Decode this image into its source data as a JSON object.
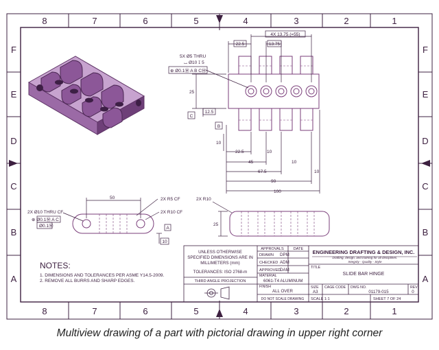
{
  "zones": {
    "columns": [
      "8",
      "7",
      "6",
      "5",
      "4",
      "3",
      "2",
      "1"
    ],
    "rows": [
      "F",
      "E",
      "D",
      "C",
      "B",
      "A"
    ]
  },
  "views": {
    "top_view": {
      "dim_total_holes": "4X 13.75 (=55)",
      "dim_22_5": "22.5",
      "dim_13_75": "13.75",
      "hole_note_1": "5X Ø5 THRU",
      "hole_note_2": "⌴ Ø10 ↧ 5",
      "hole_fcf": "⊕ Ø0.1Ⓜ A B CⓂ",
      "dim_25": "25",
      "datum_c": "C",
      "dim_12_5": "12.5",
      "datum_b": "B",
      "dim_10_v": "10",
      "dim_22_5_h": "22.5",
      "dim_10_a": "10",
      "dim_45": "45",
      "dim_10_b": "10",
      "dim_67_5": "67.5",
      "dim_10_c": "10",
      "dim_90": "90",
      "dim_100": "100"
    },
    "front_view": {
      "dim_50": "50",
      "radius_r5": "2X R5 CF",
      "radius_r10": "2X R10 CF",
      "hole_note": "2X Ø10 THRU CF",
      "fcf_1": "⊕ Ø0.1Ⓜ A C",
      "fcf_2": "Ø0.1Ⓜ",
      "datum_a": "A",
      "dim_10": "10"
    },
    "side_view": {
      "radius_r10": "2X R10",
      "dim_25": "25"
    }
  },
  "notes": {
    "title": "NOTES:",
    "items": [
      "1.  DIMENSIONS AND TOLERANCES PER ASME Y14.5-2009.",
      "2.  REMOVE ALL BURRS AND SHARP EDGES."
    ]
  },
  "title_block": {
    "general_1": "UNLESS OTHERWISE",
    "general_2": "SPECIFIED DIMENSIONS ARE IN",
    "general_3": "MILLIMETERS (mm)",
    "tolerances": "TOLERANCES: ISO 2768-m",
    "projection": "THIRD ANGLE PROJECTION",
    "approvals": "APPROVALS",
    "date": "DATE",
    "drawn_label": "DRAWN",
    "drawn_value": "DPM",
    "checked_label": "CHECKED",
    "checked_value": "ADM",
    "approved_label": "APPROVED",
    "approved_value": "DAM",
    "material_label": "MATERIAL",
    "material_value": "6061-T4 ALUMINUM",
    "finish_label": "FINISH",
    "finish_value": "ALL OVER",
    "no_scale": "DO NOT SCALE DRAWING",
    "company": "ENGINEERING DRAFTING & DESIGN, INC.",
    "tagline": "Drafting, design, and training for all disciplines.",
    "slogan": "Integrity - Quality - Style",
    "title_label": "TITLE",
    "title_value": "SLIDE BAR HINGE",
    "size_label": "SIZE",
    "size_value": "A3",
    "cage_label": "CAGE CODE",
    "dwg_label": "DWG NO.",
    "dwg_value": "01179-015",
    "rev_label": "REV",
    "rev_value": "0",
    "scale": "SCALE 1:1",
    "sheet": "SHEET      7 OF 24"
  },
  "caption": "Multiview drawing of a part with pictorial drawing in upper right corner",
  "colors": {
    "line": "#3d2040",
    "part_fill": "#9b6aa6",
    "part_light": "#c7a3cf",
    "part_dark": "#5e3466"
  }
}
